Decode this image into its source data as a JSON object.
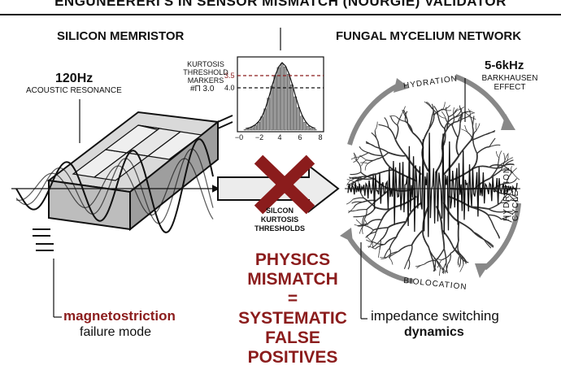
{
  "title": "ENGUNEERERI'S IN SENSOR MISMATCH (NOURGIE) VALIDATOR",
  "left_panel": {
    "heading": "SILICON MEMRISTOR",
    "freq": "120Hz",
    "freq_label": "ACOUSTIC RESONANCE",
    "failure_term": "magnetostriction",
    "failure_label": "failure mode"
  },
  "right_panel": {
    "heading": "FUNGAL MYCELIUM NETWORK",
    "freq": "5-6kHz",
    "freq_label_1": "BARKHAUSEN",
    "freq_label_2": "EFFECT",
    "cycle_top": "HYDRATION",
    "cycle_side": "HYDRATION CYCLE",
    "cycle_bottom": "BIOLOCATION",
    "desc_1": "impedance switching",
    "desc_2": "dynamics"
  },
  "histogram": {
    "label_1": "KURTOSIS",
    "label_2": "THRESHOLD",
    "label_3": "MARKERS",
    "value_note": "#Π 3.0",
    "line_red_label": "3.5",
    "line_black_label": "4.0",
    "x_ticks": [
      "−0",
      "−2",
      "4",
      "6",
      "8"
    ],
    "bars": [
      1,
      2,
      4,
      7,
      12,
      20,
      32,
      48,
      66,
      82,
      94,
      100,
      95,
      84,
      68,
      50,
      34,
      21,
      12,
      6,
      3,
      1
    ]
  },
  "center": {
    "cross_caption_1": "SILCON",
    "cross_caption_2": "KURTOSIS",
    "cross_caption_3": "THRESHOLDS",
    "line1": "PHYSICS",
    "line2": "MISMATCH",
    "line3": "=",
    "line4": "SYSTEMATIC",
    "line5": "FALSE POSITIVES"
  },
  "colors": {
    "accent": "#8b1c1c",
    "ink": "#111111"
  }
}
